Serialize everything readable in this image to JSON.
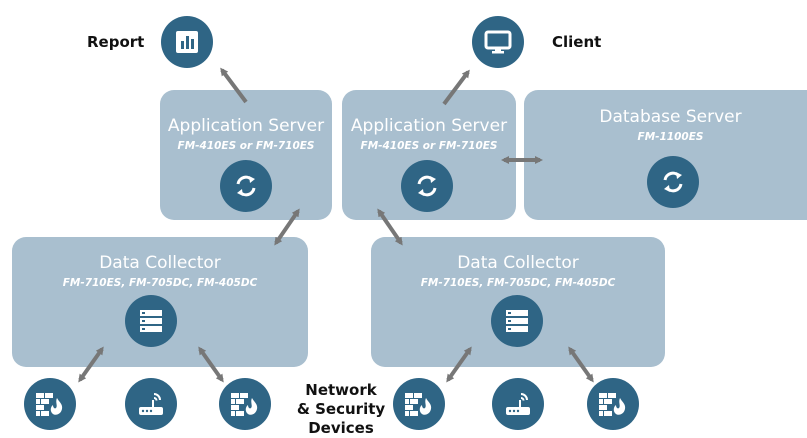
{
  "report": {
    "label": "Report",
    "icon": "bar-chart-icon"
  },
  "client": {
    "label": "Client",
    "icon": "monitor-icon"
  },
  "app_server_left": {
    "title": "Application Server",
    "models": "FM-410ES or FM-710ES",
    "icon": "sync-icon"
  },
  "app_server_right": {
    "title": "Application Server",
    "models": "FM-410ES or FM-710ES",
    "icon": "sync-icon"
  },
  "database_server": {
    "title": "Database Server",
    "models": "FM-1100ES",
    "icon": "sync-icon"
  },
  "collector_left": {
    "title": "Data Collector",
    "models": "FM-710ES, FM-705DC, FM-405DC",
    "icon": "server-stack-icon"
  },
  "collector_right": {
    "title": "Data Collector",
    "models": "FM-710ES, FM-705DC, FM-405DC",
    "icon": "server-stack-icon"
  },
  "network_devices": {
    "label_lines": [
      "Network",
      "& Security",
      "Devices"
    ],
    "devices": [
      "firewall-icon",
      "router-icon",
      "firewall-icon",
      "firewall-icon",
      "router-icon",
      "firewall-icon"
    ]
  },
  "colors": {
    "box": "#a9bfcf",
    "circle": "#2f6585",
    "arrow": "#777777",
    "text_on_box": "#ffffff"
  }
}
